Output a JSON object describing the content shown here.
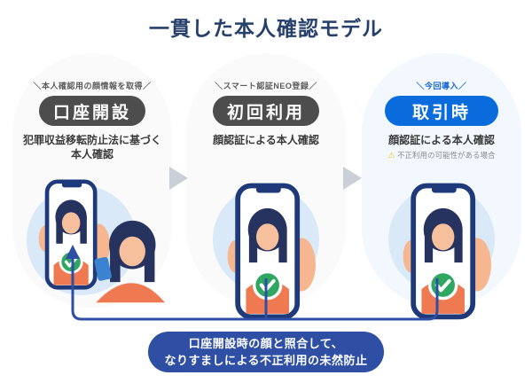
{
  "title": "一貫した本人確認モデル",
  "stages": [
    {
      "tagline": "＼本人確認用の顔情報を取得／",
      "pill": "口座開設",
      "description": "犯罪収益移転防止法に基づく\n本人確認"
    },
    {
      "tagline": "＼スマート認証NEO登録／",
      "pill": "初回利用",
      "description": "顔認証による本人確認"
    },
    {
      "tagline": "＼今回導入／",
      "pill": "取引時",
      "description": "顔認証による本人確認",
      "warning_icon": "⚠",
      "warning": "不正利用の可能性がある場合"
    }
  ],
  "footer": {
    "line1": "口座開設時の顔と照合して、",
    "line2": "なりすましによる不正利用の未然防止"
  },
  "colors": {
    "title_navy": "#26406b",
    "dark_pill": "#4d4d4d",
    "blue_pill": "#0a6cdc",
    "connector_navy": "#2e4fa3",
    "check_green": "#2ea860",
    "highlight_oval_bg": "#f2f8fd"
  }
}
